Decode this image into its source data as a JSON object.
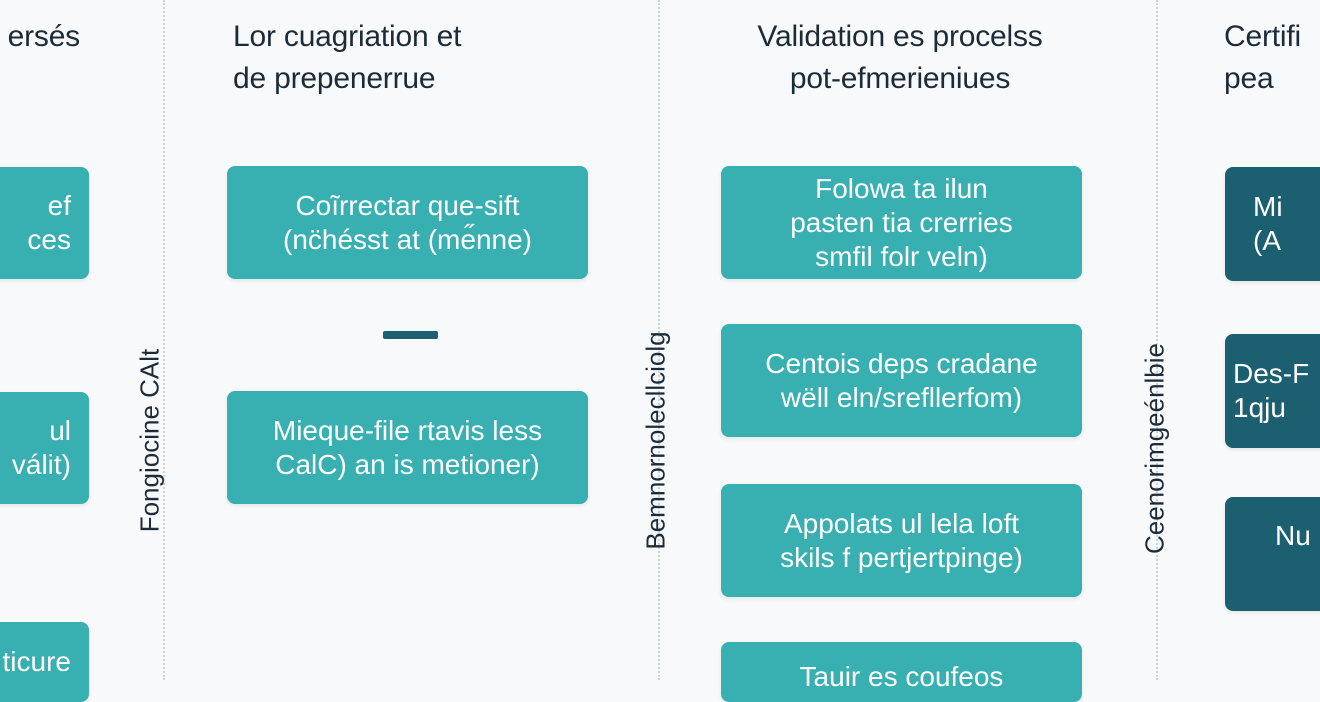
{
  "columns": [
    {
      "title": "ersés",
      "boxes": [
        "ef\nces",
        "ul\nválit)",
        "ticure"
      ]
    },
    {
      "title": "Lor cuagriation et\nde prepenerrue",
      "boxes": [
        "Coĩrrectar que-sift\n(nc̈hésst at (me̋nne)",
        "Mieque-file rtavis less\nCalC) an is metioner)"
      ]
    },
    {
      "title": "Validation es procelss\npot-efmerieniues",
      "boxes": [
        "Folowa ta ilun\npasten tia crerries\nsmfil folr veln)",
        "Centois deps cradane\nwëll eln/srefllerfom)",
        "Appolats ul lela loft\nskils f pertjertpinge)",
        "Tauir es coufeos"
      ]
    },
    {
      "title": "Certifi\npea",
      "boxes": [
        "Mi\n(A",
        "Des-F\n1qju",
        "Nu"
      ]
    }
  ],
  "vertical_labels": [
    "Fongiocine CAlt",
    "Bemnornolecllciolg",
    "Ceenorimgeénlbie"
  ],
  "colors": {
    "teal": "#38afb0",
    "dark_teal": "#1c5f70",
    "background": "#f7f9fa",
    "text": "#1d2b38"
  }
}
